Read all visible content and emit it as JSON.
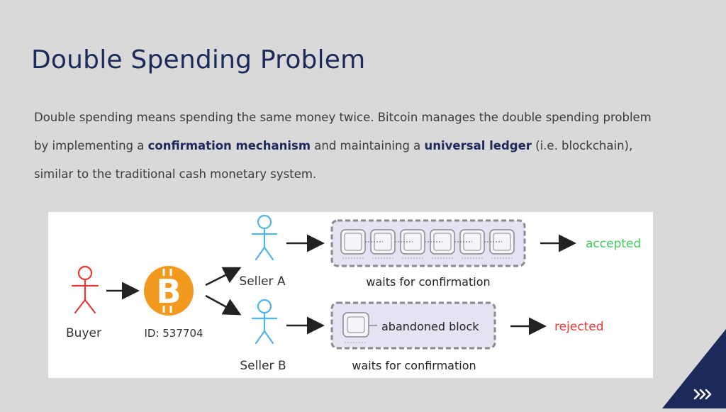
{
  "slide": {
    "title": "Double Spending Problem",
    "paragraph": {
      "part1": "Double spending means spending the same money twice. Bitcoin manages the double spending problem by implementing a ",
      "bold1": "confirmation mechanism",
      "part2": " and maintaining a ",
      "bold2": "universal ledger",
      "part3": " (i.e. blockchain), similar to the traditional cash monetary system."
    }
  },
  "diagram": {
    "buyer_label": "Buyer",
    "coin_id": "ID: 537704",
    "seller_a_label": "Seller A",
    "seller_b_label": "Seller B",
    "waits_a": "waits for confirmation",
    "waits_b": "waits for confirmation",
    "abandoned_block": "abandoned block",
    "result_a": "accepted",
    "result_b": "rejected",
    "colors": {
      "buyer": "#e53935",
      "seller": "#4fb3e8",
      "coin": "#f39a1e",
      "accepted": "#3fcf5a",
      "rejected": "#e53935",
      "chain_fill": "#e3e3f3",
      "chain_border": "#8a8a8a"
    },
    "icons": [
      "buyer-stick-figure-icon",
      "bitcoin-coin-icon",
      "seller-stick-figure-icon",
      "arrow-icon",
      "block-icon"
    ]
  },
  "brand": {
    "accent": "#1b2a5a",
    "corner_icon": "double-chevron-right-icon"
  }
}
